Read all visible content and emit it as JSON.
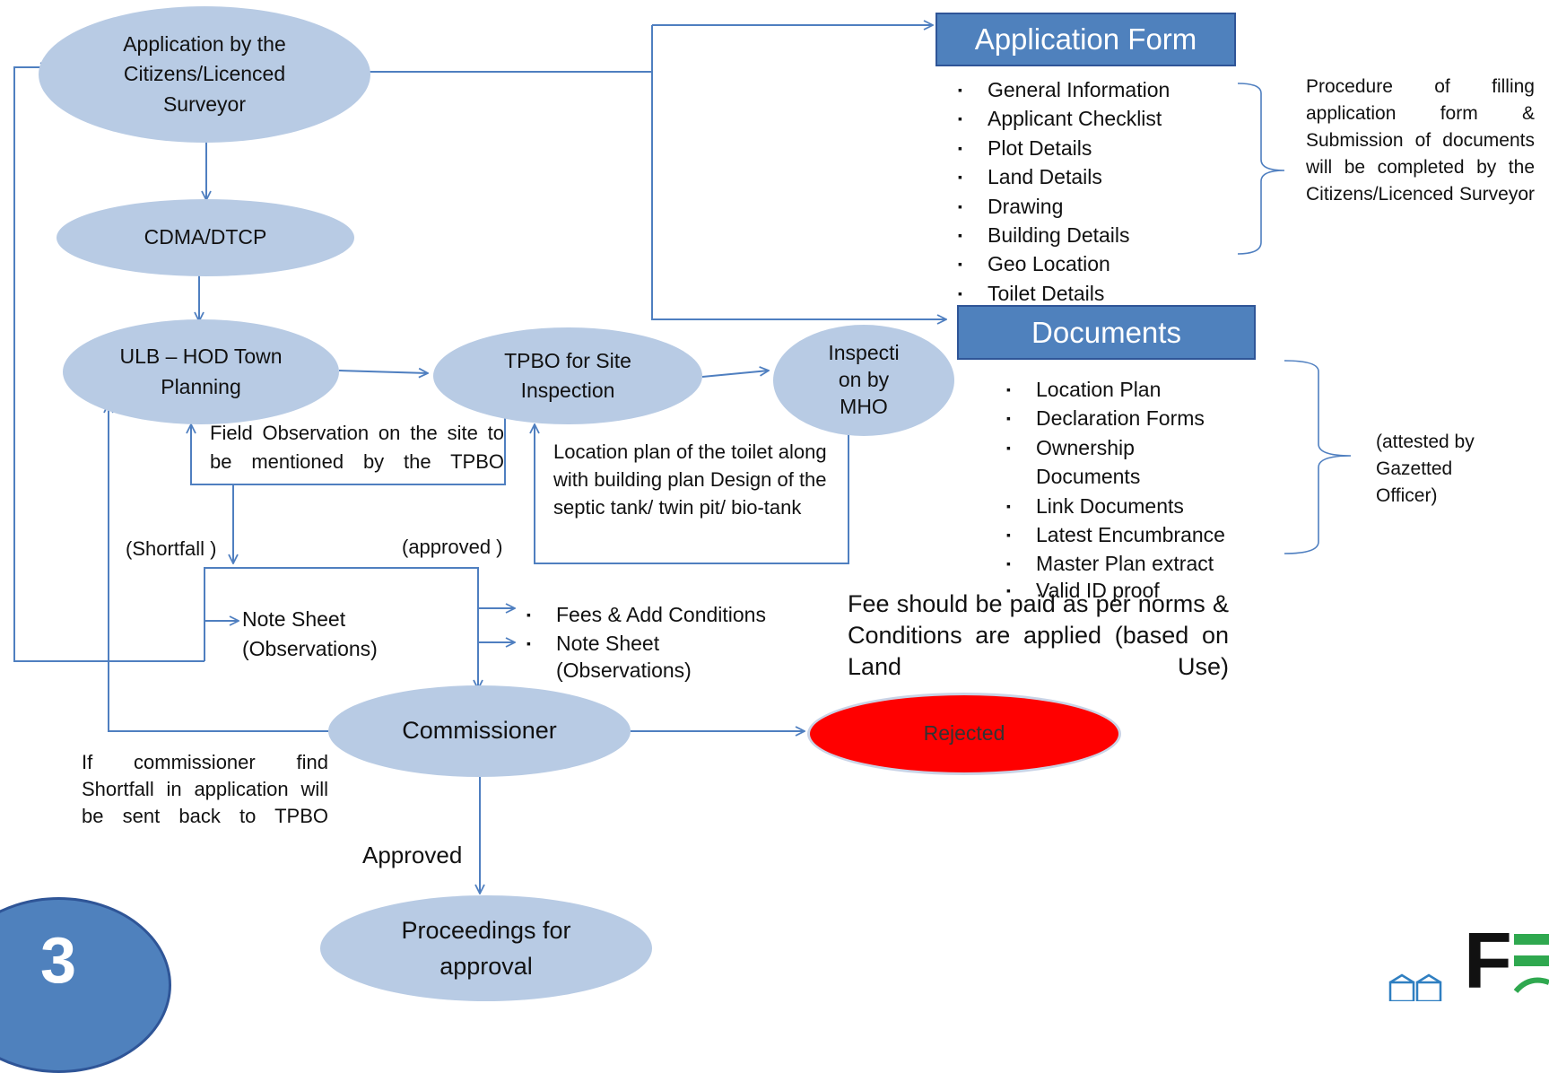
{
  "nodes": {
    "application_by_citizens": "Application by the Citizens/Licenced Surveyor",
    "cdma_dtcp": "CDMA/DTCP",
    "ulb_hod": "ULB – HOD Town Planning",
    "tpbo_site_inspection": "TPBO for Site Inspection",
    "inspection_mho": "Inspecti on by MHO",
    "commissioner": "Commissioner",
    "rejected": "Rejected",
    "proceedings": "Proceedings for approval"
  },
  "application_form": {
    "title": "Application Form",
    "items": [
      "General Information",
      "Applicant Checklist",
      "Plot Details",
      "Land Details",
      "Drawing",
      "Building Details",
      "Geo Location",
      "Toilet Details"
    ],
    "note": "Procedure of filling application form & Submission of documents will be completed by the Citizens/Licenced Surveyor"
  },
  "documents": {
    "title": "Documents",
    "items": [
      "Location Plan",
      "Declaration Forms",
      "Ownership Documents",
      "Link Documents",
      "Latest Encumbrance",
      "Master Plan extract",
      "Valid ID proof"
    ],
    "note": "(attested by Gazetted Officer)"
  },
  "labels": {
    "field_observation": "Field Observation on the site to be mentioned by the TPBO",
    "location_plan_note": "Location plan of the toilet along with building plan Design of the septic tank/ twin pit/ bio-tank",
    "shortfall": "(Shortfall )",
    "approved_paren": "(approved )",
    "note_sheet_left": "Note Sheet (Observations)",
    "fees_conditions": "Fees & Add Conditions",
    "note_sheet_right": "Note Sheet (Observations)",
    "fee_note": "Fee should be paid as per norms & Conditions are applied (based on Land Use)",
    "commissioner_shortfall": "If commissioner find Shortfall in application will be sent back to TPBO",
    "approved": "Approved"
  },
  "slide_number": "3",
  "logo_text": "F",
  "colors": {
    "node_fill": "#b8cbe4",
    "header_fill": "#4f81bd",
    "arrow": "#4f7fc0",
    "rejected_fill": "#ff0000"
  }
}
